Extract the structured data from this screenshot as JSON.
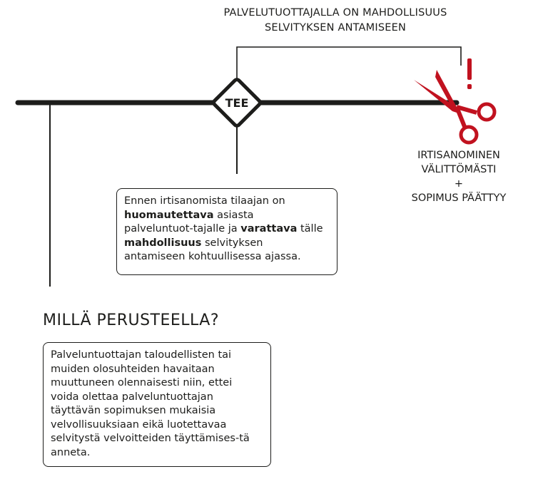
{
  "top_note": {
    "line1": "PALVELUTUOTTAJALLA ON MAHDOLLISUUS",
    "line2": "SELVITYKSEN ANTAMISEEN"
  },
  "decision": {
    "label": "TEE"
  },
  "result": {
    "line1": "IRTISANOMINEN",
    "line2": "VÄLITTÖMÄSTI",
    "plus": "+",
    "line3": "SOPIMUS PÄÄTTYY"
  },
  "box_notice": {
    "t1": "Ennen irtisanomista tilaajan on ",
    "b1": "huomautettava",
    "t2": " asiasta palveluntuot-tajalle ja ",
    "b2": "varattava",
    "t3": " tälle ",
    "b3": "mahdollisuus",
    "t4": " selvityksen antamiseen kohtuullisessa ajassa."
  },
  "basis": {
    "heading": "MILLÄ PERUSTEELLA?",
    "text": "Palveluntuottajan taloudellisten tai muiden olosuhteiden havaitaan muuttuneen olennaisesti niin, ettei voida olettaa palveluntuottajan täyttävän sopimuksen mukaisia velvollisuuksiaan eikä luotettavaa selvitystä velvoitteiden täyttämises-tä anneta."
  },
  "colors": {
    "line": "#1d1d1b",
    "accent": "#c1121f"
  },
  "icons": {
    "scissors": "scissors-icon",
    "exclamation": "exclamation-icon"
  }
}
